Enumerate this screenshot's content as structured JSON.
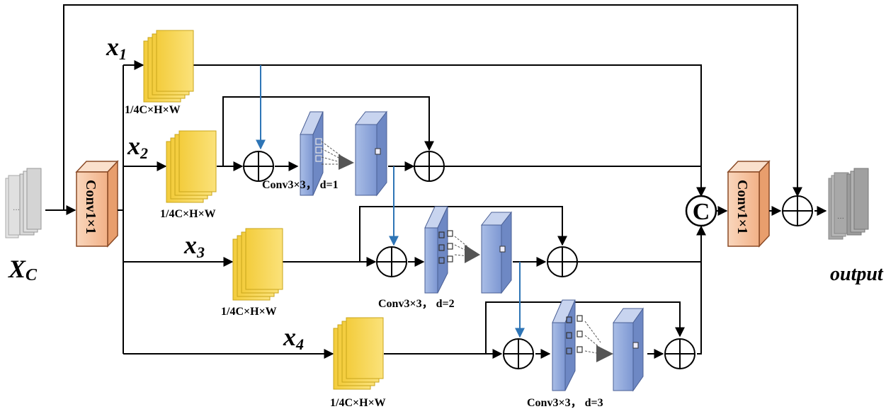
{
  "diagram": {
    "input": {
      "symbol": "X",
      "subscript": "C"
    },
    "output_label": "output",
    "conv_block": {
      "label": "Conv1×1"
    },
    "concat_symbol": "C",
    "branches": [
      {
        "var": "x",
        "sub": "1",
        "size_label": "1/4C×H×W"
      },
      {
        "var": "x",
        "sub": "2",
        "size_label": "1/4C×H×W"
      },
      {
        "var": "x",
        "sub": "3",
        "size_label": "1/4C×H×W"
      },
      {
        "var": "x",
        "sub": "4",
        "size_label": "1/4C×H×W"
      }
    ],
    "dilated_convs": [
      {
        "label": "Conv3×3，  d=1"
      },
      {
        "label": "Conv3×3，  d=2"
      },
      {
        "label": "Conv3×3，  d=3"
      }
    ],
    "colors": {
      "feature": "#f6d54a",
      "feature_edge": "#c9a51a",
      "conv": "#f7c6a4",
      "conv_edge": "#a0522d",
      "filter": "#8fa6d8",
      "filter_edge": "#4a5f95",
      "arrow_blue": "#2e75b6",
      "gray": "#c8c8c8"
    }
  }
}
